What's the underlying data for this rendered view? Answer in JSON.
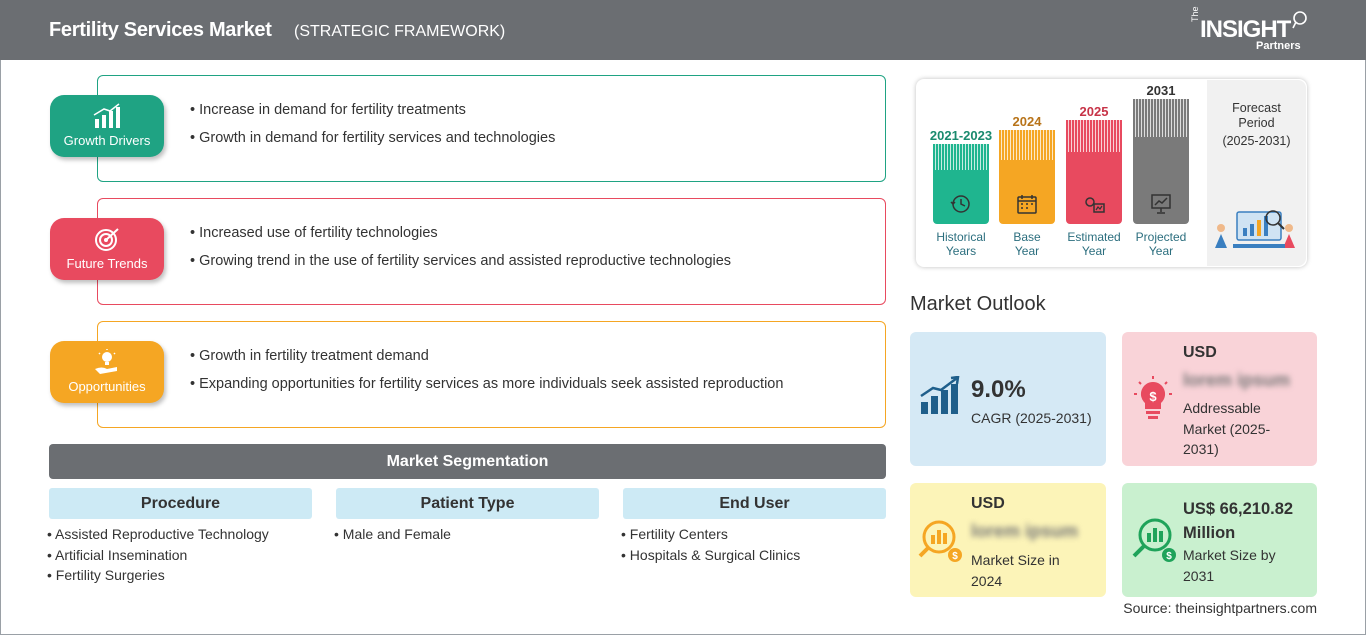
{
  "header": {
    "title": "Fertility Services Market",
    "subtitle": "(STRATEGIC FRAMEWORK)",
    "logo_the": "The",
    "logo_insight": "INSIGHT",
    "logo_partners": "Partners"
  },
  "framework": [
    {
      "label": "Growth Drivers",
      "color": "#1fa383",
      "icon": "bar-chart-icon",
      "points": [
        "Increase in demand for fertility treatments",
        "Growth in demand for fertility services and technologies"
      ]
    },
    {
      "label": "Future Trends",
      "color": "#e84a5f",
      "icon": "target-icon",
      "points": [
        "Increased use of fertility technologies",
        "Growing trend in the use of fertility services and assisted reproductive technologies"
      ]
    },
    {
      "label": "Opportunities",
      "color": "#f5a623",
      "icon": "lightbulb-hand-icon",
      "points": [
        "Growth in fertility treatment demand",
        "Expanding opportunities for fertility services as more individuals seek assisted reproduction"
      ]
    }
  ],
  "segmentation": {
    "title": "Market Segmentation",
    "columns": [
      {
        "heading": "Procedure",
        "items": [
          "Assisted Reproductive Technology",
          "Artificial Insemination",
          "Fertility Surgeries"
        ]
      },
      {
        "heading": "Patient Type",
        "items": [
          "Male and Female"
        ]
      },
      {
        "heading": "End User",
        "items": [
          "Fertility Centers",
          "Hospitals & Surgical Clinics"
        ]
      }
    ]
  },
  "timeline": {
    "columns": [
      {
        "year": "2021-2023",
        "caption_1": "Historical",
        "caption_2": "Years",
        "color": "#1fb58f",
        "year_color": "#1a8a6e"
      },
      {
        "year": "2024",
        "caption_1": "Base",
        "caption_2": "Year",
        "color": "#f5a623",
        "year_color": "#b8741a"
      },
      {
        "year": "2025",
        "caption_1": "Estimated",
        "caption_2": "Year",
        "color": "#e84a5f",
        "year_color": "#c73347"
      },
      {
        "year": "2031",
        "caption_1": "Projected",
        "caption_2": "Year",
        "color": "#7a7a7a",
        "year_color": "#333333"
      }
    ],
    "forecast_1": "Forecast",
    "forecast_2": "Period",
    "forecast_3": "(2025-2031)"
  },
  "outlook": {
    "title": "Market Outlook",
    "cagr_value": "9.0%",
    "cagr_label": "CAGR (2025-2031)",
    "addressable_usd": "USD",
    "addressable_blur": "lorem ipsum",
    "addressable_label_1": "Addressable",
    "addressable_label_2": "Market (2025-",
    "addressable_label_3": "2031)",
    "size2024_usd": "USD",
    "size2024_blur": "lorem ipsum",
    "size2024_label_1": "Market Size in",
    "size2024_label_2": "2024",
    "size2031_value_1": "US$ 66,210.82",
    "size2031_value_2": "Million",
    "size2031_label_1": "Market Size by",
    "size2031_label_2": "2031",
    "colors": {
      "cagr": "#d5e9f5",
      "addressable": "#f9d3d8",
      "size2024": "#fcf4b8",
      "size2031": "#c9f0cf"
    }
  },
  "source": "Source: theinsightpartners.com"
}
